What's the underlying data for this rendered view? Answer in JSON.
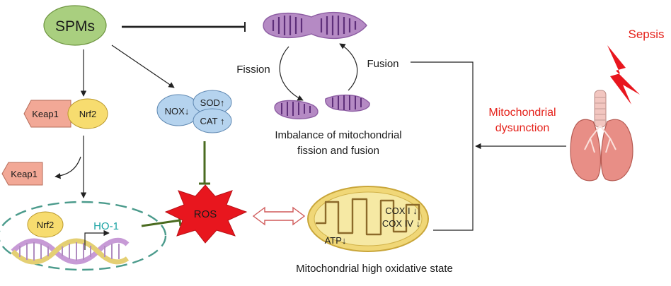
{
  "labels": {
    "spms": "SPMs",
    "keap1": "Keap1",
    "nrf2": "Nrf2",
    "keap1_released": "Keap1",
    "nrf2_nucleus": "Nrf2",
    "ho1": "HO-1",
    "nox": "NOX↓",
    "sod": "SOD↑",
    "cat": "CAT ↑",
    "ros": "ROS",
    "fission": "Fission",
    "fusion": "Fusion",
    "imbalance_line1": "Imbalance of mitochondrial",
    "imbalance_line2": "fission and fusion",
    "sepsis": "Sepsis",
    "mito_dys_line1": "Mitochondrial",
    "mito_dys_line2": "dysunction",
    "cox1": "COX I ↓",
    "cox4": "COX IV ↓",
    "atp": "ATP↓",
    "oxidative_state": "Mitochondrial high oxidative state"
  },
  "colors": {
    "spms_fill": "#a9cf7f",
    "keap1_fill": "#f2a896",
    "nrf2_fill": "#f7dc6f",
    "enzyme_fill": "#b5d3ee",
    "ros_fill": "#e8161e",
    "mito_fill": "#b58ac4",
    "mito_oxidative_fill": "#f0d777",
    "inhibit_arrow": "#4a6b20",
    "ho1_text": "#19a3a3",
    "red_text": "#e5211a",
    "nucleus_border": "#4b9b8c"
  }
}
